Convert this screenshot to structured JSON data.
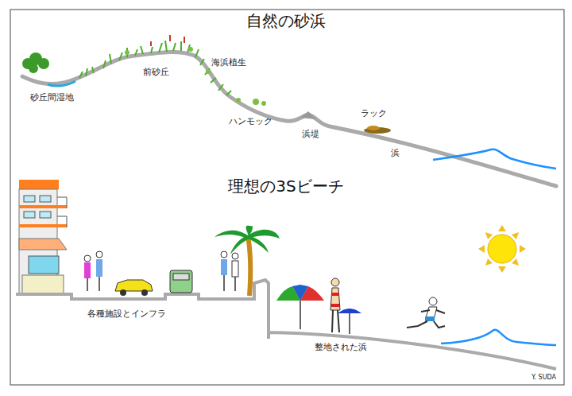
{
  "diagram": {
    "title": "自然の砂浜",
    "labels": [
      "理想の3Sビーチ",
      "前砂丘",
      "海浜植生",
      "砂丘間湿地",
      "ハンモック",
      "浜堤",
      "ラック",
      "浜",
      "各種施設とインフラ",
      "整地された浜",
      "Y. SUDA"
    ]
  }
}
